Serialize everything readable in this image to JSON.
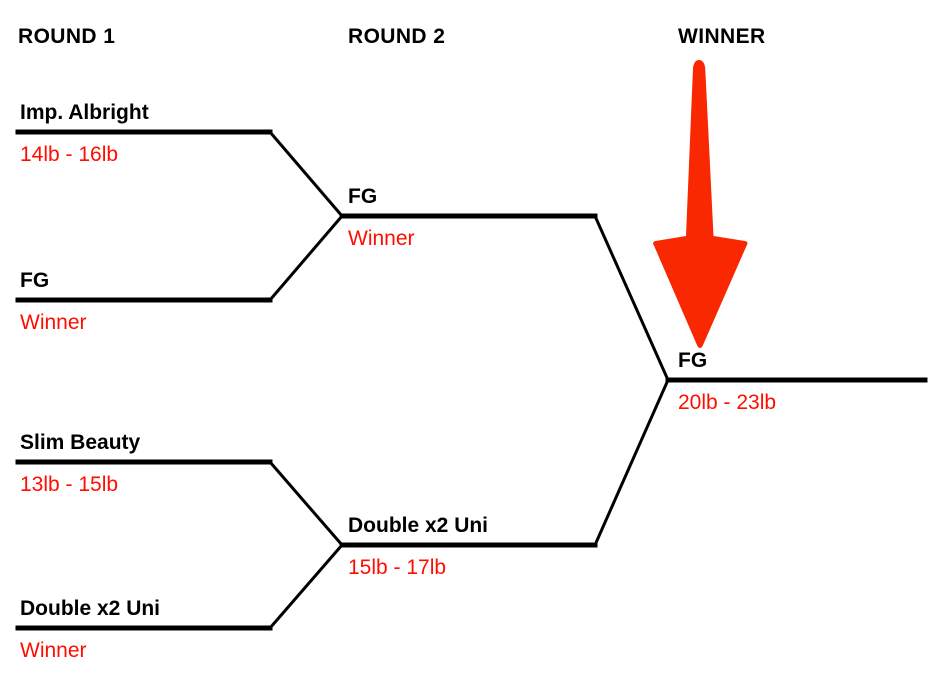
{
  "diagram": {
    "title_headers": [
      {
        "label": "ROUND 1"
      },
      {
        "label": "ROUND 2"
      },
      {
        "label": "WINNER"
      }
    ],
    "colors": {
      "line": "#000000",
      "name_text": "#000000",
      "note_text": "#ff0d00",
      "arrow": "#fa2800",
      "background": "#ffffff"
    },
    "annotation": {
      "arrow_icon": "down-arrow-icon",
      "arrow_points_to": "FG"
    },
    "rounds": [
      {
        "name": "ROUND 1",
        "slots": [
          {
            "name": "Imp. Albright",
            "note": "14lb - 16lb"
          },
          {
            "name": "FG",
            "note": "Winner"
          },
          {
            "name": "Slim Beauty",
            "note": "13lb - 15lb"
          },
          {
            "name": "Double x2 Uni",
            "note": "Winner"
          }
        ]
      },
      {
        "name": "ROUND 2",
        "slots": [
          {
            "name": "FG",
            "note": "Winner"
          },
          {
            "name": "Double x2 Uni",
            "note": "15lb - 17lb"
          }
        ]
      },
      {
        "name": "WINNER",
        "slots": [
          {
            "name": "FG",
            "note": "20lb - 23lb"
          }
        ]
      }
    ]
  }
}
